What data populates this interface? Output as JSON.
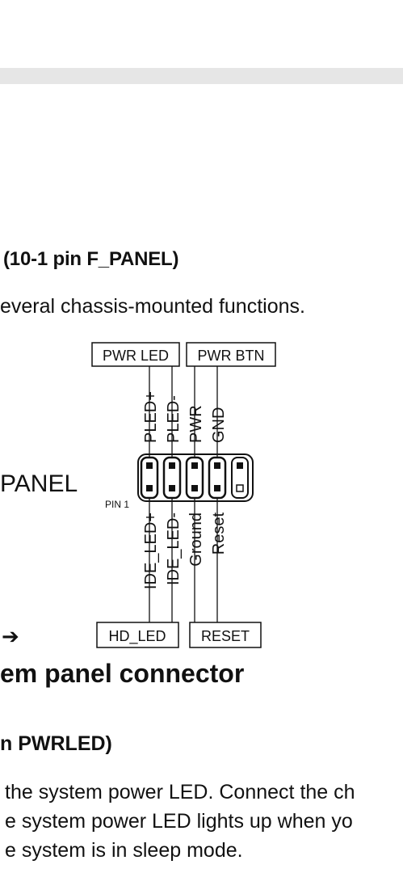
{
  "section": {
    "heading": "(10-1 pin F_PANEL)",
    "intro": "everal chassis-mounted functions.",
    "panel_label": "PANEL",
    "arrow": "➔",
    "caption": "em panel connector",
    "sub_heading": "n PWRLED)",
    "desc_lines": [
      "the system power LED. Connect the ch",
      "e system power LED lights up when yo",
      "e system is in sleep mode."
    ]
  },
  "diagram": {
    "top_boxes": [
      "PWR LED",
      "PWR BTN"
    ],
    "top_pins": [
      "PLED+",
      "PLED-",
      "PWR",
      "GND"
    ],
    "pin1_label": "PIN 1",
    "bottom_pins": [
      "IDE_LED+",
      "IDE_LED-",
      "Ground",
      "Reset"
    ],
    "bottom_boxes": [
      "HD_LED",
      "RESET"
    ]
  }
}
